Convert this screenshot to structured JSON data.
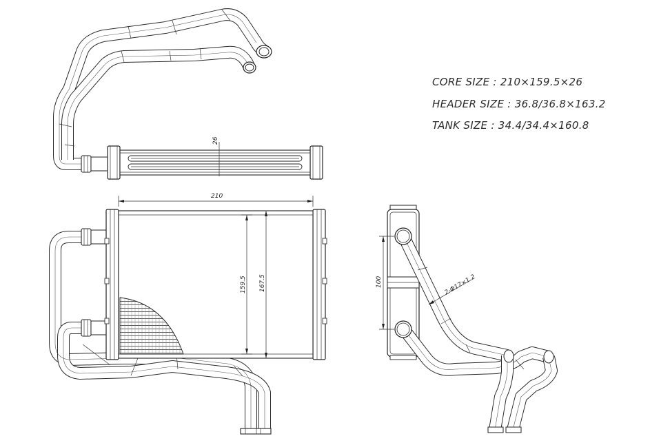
{
  "specs": {
    "core_size": "CORE SIZE : 210×159.5×26",
    "header_size": "HEADER SIZE : 36.8/36.8×163.2",
    "tank_size": "TANK SIZE : 34.4/34.4×160.8"
  },
  "dimensions": {
    "top_view_thickness": "26",
    "front_width": "210",
    "front_core_height": "159.5",
    "front_overall_height": "167.5",
    "side_pipe_spacing": "100",
    "side_pipe_diameter": "2-Φ17×1.2"
  }
}
